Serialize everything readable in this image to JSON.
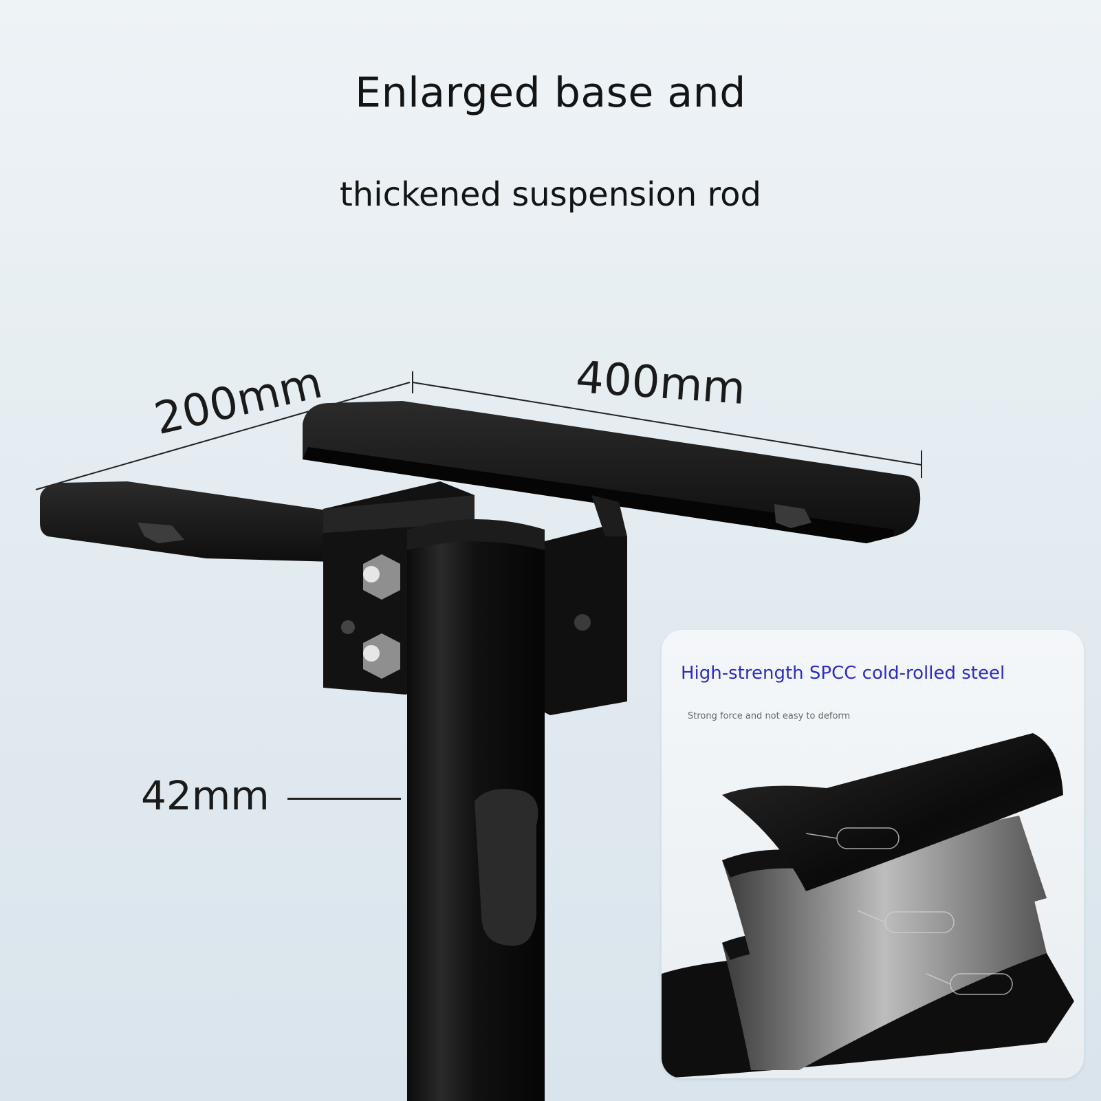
{
  "heading": {
    "line1": "Enlarged base and",
    "line2": "thickened suspension rod"
  },
  "dimensions": {
    "width_short": "200mm",
    "width_long": "400mm",
    "rod_diameter": "42mm"
  },
  "material_card": {
    "title": "High-strength SPCC cold-rolled steel",
    "subtitle": "Strong force and not easy to deform",
    "accent_color": "#2c2cc0"
  },
  "colors": {
    "steel": "#151515",
    "background": "#e4ecf1"
  }
}
